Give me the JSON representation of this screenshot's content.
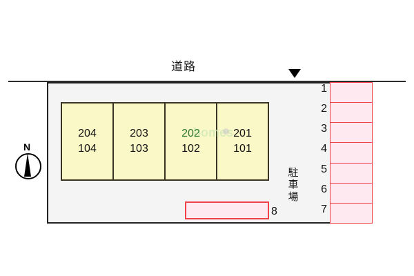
{
  "map": {
    "road_label": "道路",
    "compass": {
      "label": "N",
      "icon": "compass-north-icon"
    },
    "entrance_marker": "entrance-triangle-icon",
    "parking_label": "駐車場",
    "watermark": "homes",
    "building": {
      "units": [
        {
          "upper": "204",
          "lower": "104",
          "highlighted": false
        },
        {
          "upper": "203",
          "lower": "103",
          "highlighted": false
        },
        {
          "upper": "202",
          "lower": "102",
          "highlighted": true
        },
        {
          "upper": "201",
          "lower": "101",
          "highlighted": false
        }
      ]
    },
    "parking_slots": [
      "1",
      "2",
      "3",
      "4",
      "5",
      "6",
      "7"
    ],
    "parking_slot_extra": "8",
    "colors": {
      "unit_fill": "#fbf8c8",
      "unit_border": "#3a3522",
      "parking_fill": "#fde9ef",
      "parking_border": "#f0404a",
      "property_fill": "#f4f4f4",
      "property_border": "#222222",
      "highlight_text": "#2f7a2f"
    }
  }
}
